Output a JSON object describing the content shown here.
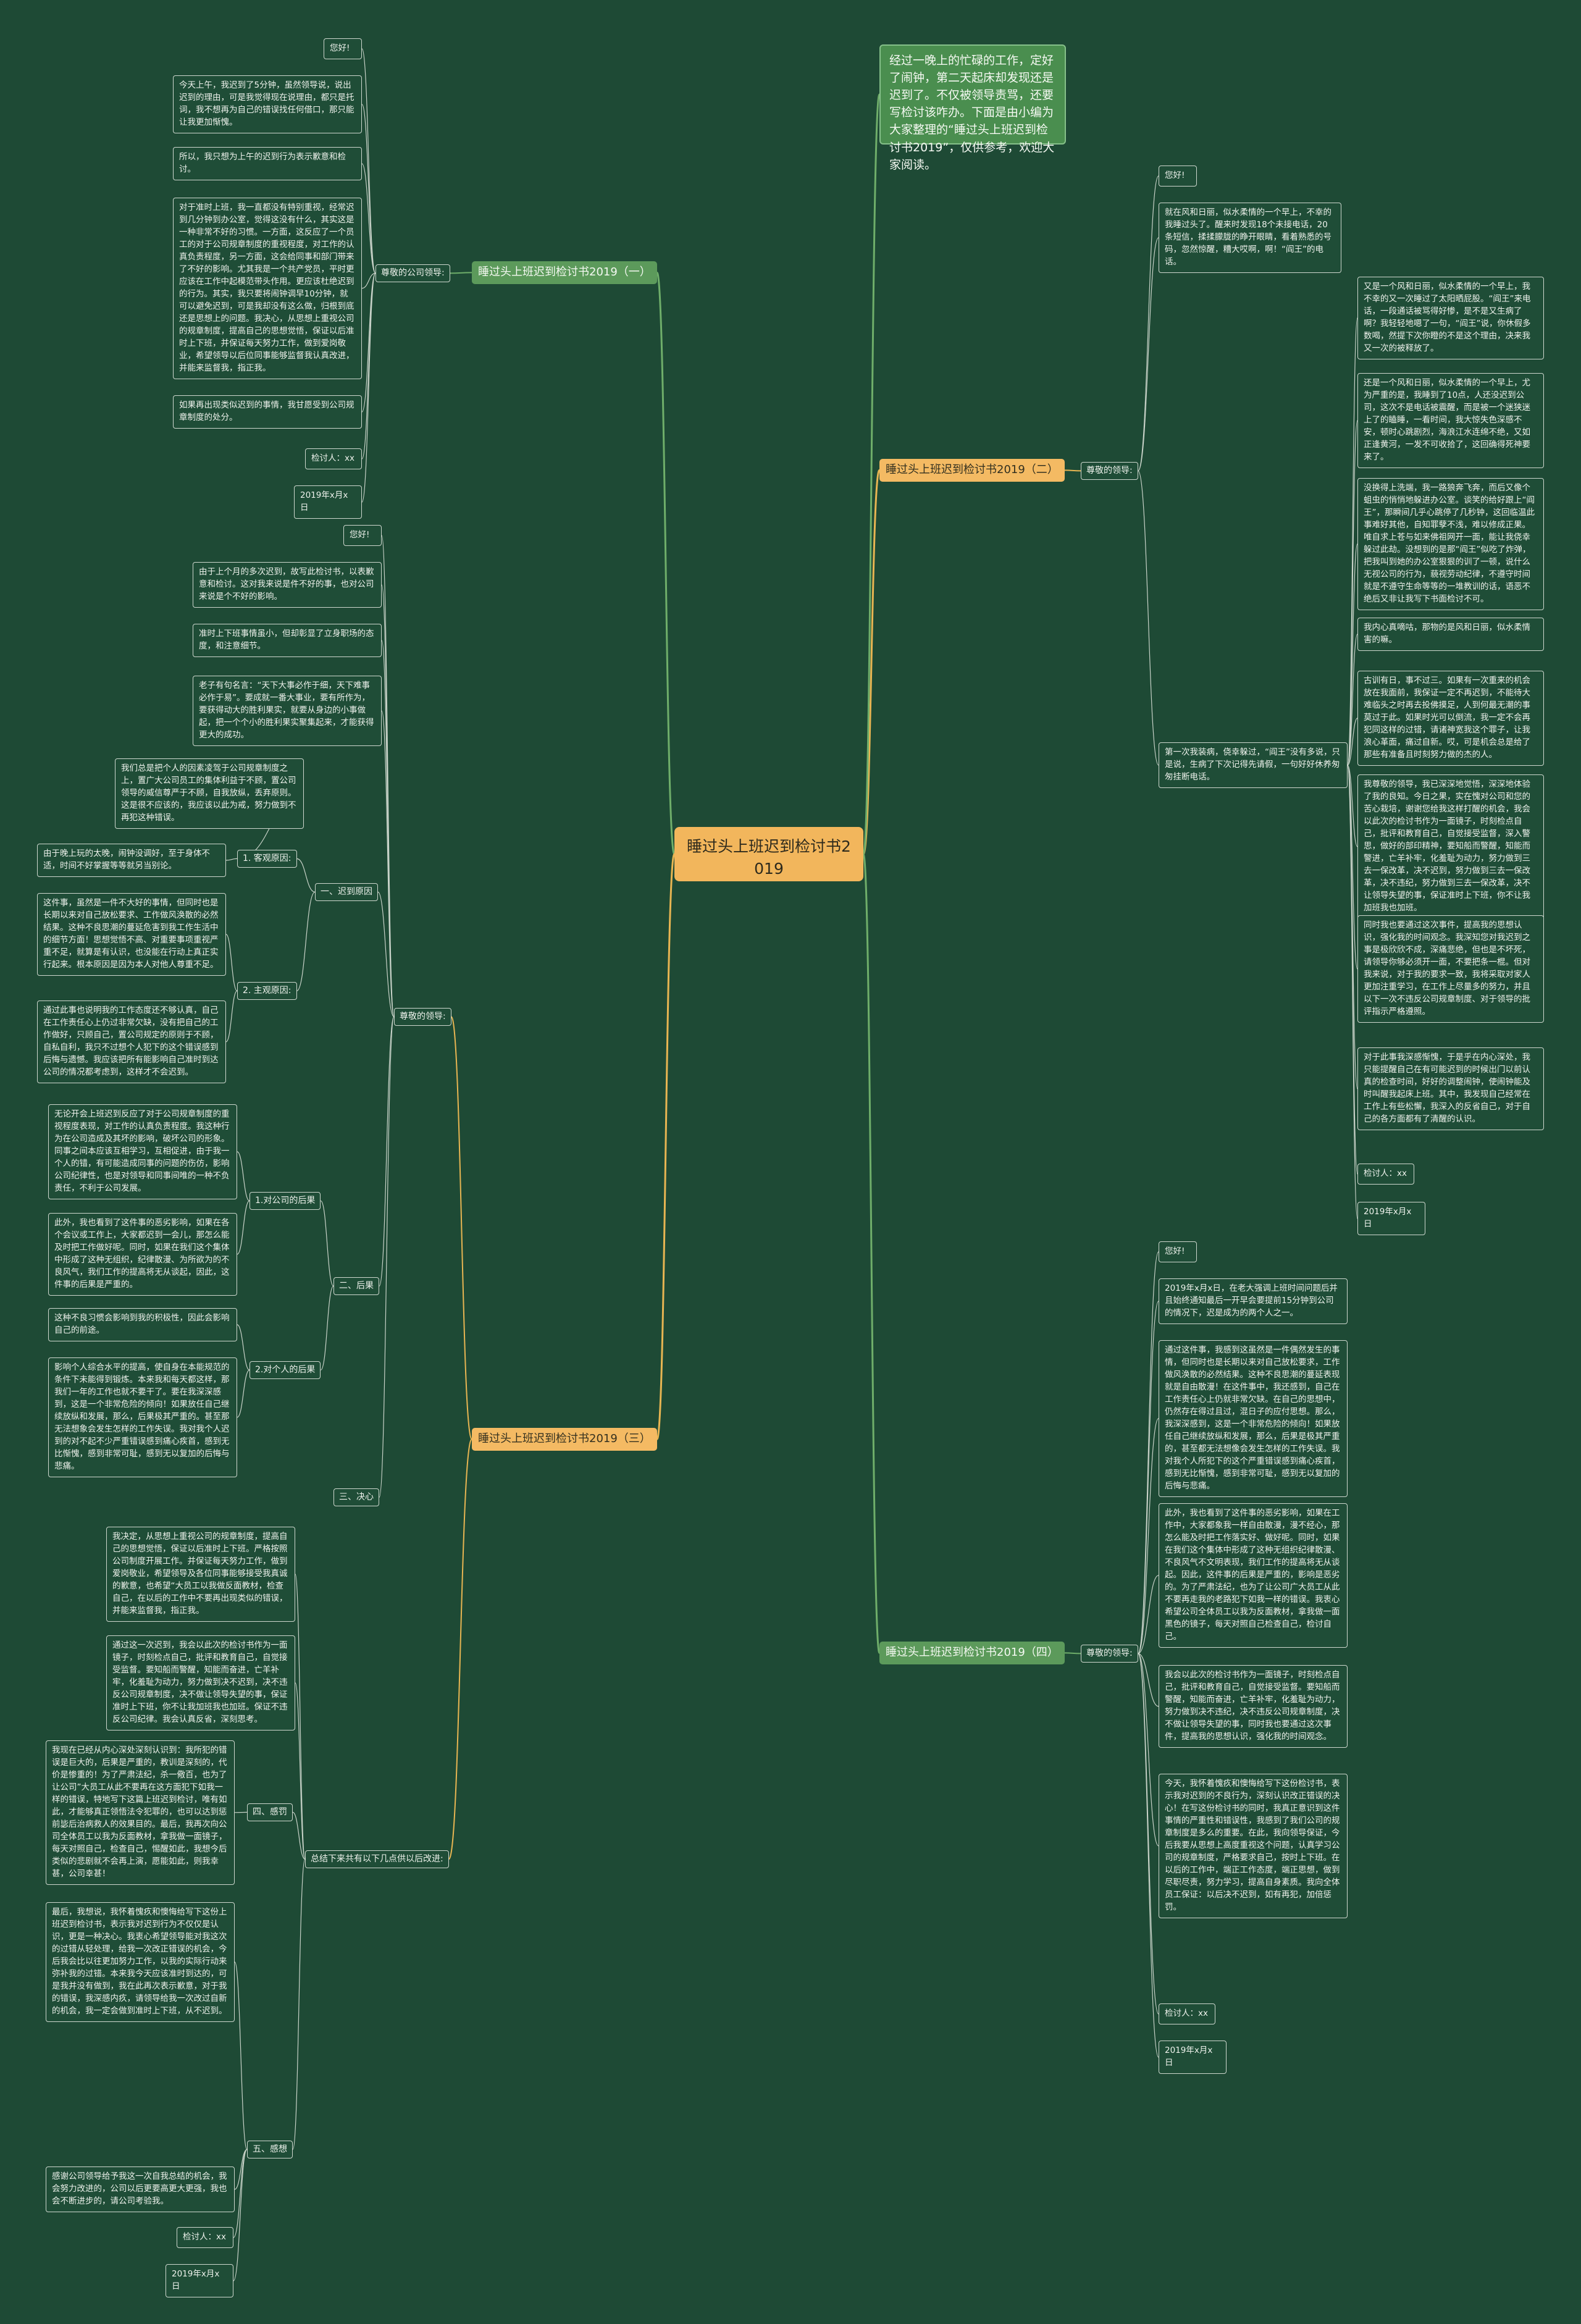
{
  "root": "睡过头上班迟到检讨书2019",
  "intro": "经过一晚上的忙碌的工作，定好了闹钟，第二天起床却发现还是迟到了。不仅被领导责骂，还要写检讨该咋办。下面是由小编为大家整理的“睡过头上班迟到检讨书2019”，仅供参考，欢迎大家阅读。",
  "b1": {
    "title": "睡过头上班迟到检讨书2019（一）",
    "label": "尊敬的公司领导:",
    "items": [
      "您好!",
      "今天上午，我迟到了5分钟，虽然领导说，说出迟到的理由，可是我觉得现在说理由，都只是托词，我不想再为自己的错误找任何借口，那只能让我更加惭愧。",
      "所以，我只想为上午的迟到行为表示歉意和检讨。",
      "对于准时上班，我一直都没有特别重视，经常迟到几分钟到办公室，觉得这没有什么，其实这是一种非常不好的习惯。一方面，这反应了一个员工的对于公司规章制度的重视程度，对工作的认真负责程度，另一方面，这会给同事和部门带来了不好的影响。尤其我是一个共产党员，平时更应该在工作中起模范带头作用。更应该杜绝迟到的行为。其实，我只要将闹钟调早10分钟，就可以避免迟到，可是我却没有这么做，归根到底还是思想上的问题。我决心，从思想上重视公司的规章制度，提高自己的思想觉悟，保证以后准时上下班，并保证每天努力工作，做到爱岗敬业，希望领导以后位同事能够监督我认真改进，并能来监督我，指正我。",
      "如果再出现类似迟到的事情，我甘愿受到公司规章制度的处分。",
      "检讨人：xx",
      "2019年x月x日"
    ]
  },
  "b2": {
    "title": "睡过头上班迟到检讨书2019（二）",
    "label": "尊敬的领导:",
    "items": [
      "您好!",
      "就在风和日丽，似水柔情的一个早上，不幸的我睡过头了。醒来时发现18个未接电话，20条短信，揉揉朦胧的睁开眼睛，看着熟悉的号码，忽然惊醒，糟大哎啊，啊！“阎王”的电话。",
      "第一次我装病，侥幸躲过，“阎王”没有多说，只是说，生病了下次记得先请假，一句好好休养匆匆挂断电话。",
      "又是一个风和日丽，似水柔情的一个早上，我不幸的又一次睡过了太阳晒屁股。“阎王”来电话，一段通话被骂得好惨，是不是又生病了啊？我轻轻地嗯了一句，“阎王”说，你休假多数喝，然提下次你瞪的不是这个理由，决来我又一次的被释放了。",
      "还是一个风和日丽，似水柔情的一个早上，尤为严重的是，我睡到了10点，人还没迟到公司，这次不是电话被震醒，而是被一个迷狭迷上了的瞌睡，一看时间，我大惊失色深感不安，顿时心跳剧烈，海浪江水连绵不绝，又如正逢黄河，一发不可收拾了，这回确得死神要来了。",
      "没换得上洗端，我一路狼奔飞奔，而后又像个蛆虫的悄悄地躲进办公室。谈笑的给好跟上“阎王”，那瞬间几乎心跳停了几秒钟，这回临温此事难好其他，自知罪孽不浅，难以修成正果。唯自求上苍与如来佛祖网开一面，能让我侥幸躲过此劫。没想到的是那“阎王”似吃了炸弹，把我叫到她的办公室狠狠的训了一顿，说什么无视公司的行为，藐视劳动纪律，不遵守时间就是不遵守生命等等的一堆教训的话，语恶不绝后又非让我写下书面检讨不可。",
      "我内心真嘀咕，那物的是风和日丽，似水柔情害的嘛。",
      "古训有日，事不过三。如果有一次重来的机会放在我面前，我保证一定不再迟到，不能待大难临头之时再去投佛摸足，人到何最无潮的事莫过于此。如果时光可以倒流，我一定不会再犯同这样的过错，请诸神宽我这个罪子，让我浪心革面，痛过自新。哎，可是机会总是给了那些有准备且时刻努力做的杰的人。",
      "我尊敬的领导，我已深深地觉悟，深深地体验了我的良知。今日之果，实在愧对公司和您的苦心栽培，谢谢您给我这样打醒的机会，我会以此次的检讨书作为一面镜子，时刻检点自己，批评和教育自己，自觉接受监督，深入警思，做好的部印精神，要知船而警醒，知能而警进，亡羊补牢，化羞耻为动力，努力做到三去一保改革，决不迟到，努力做到三去一保改革，决不违纪，努力做到三去一保改革，决不让领导失望的事，保证准时上下班，你不让我加班我也加班。",
      "同时我也要通过这次事件，提高我的思想认识，强化我的时间观念。我深知您对我迟到之事是极欣欣不成，深痛悲绝，但也是不坏死，请领导你够必须开一面，不要把条一棍。但对我来说，对于我的要求一致，我将采取对家人更加注重学习，在工作上尽量多的努力，并且以下一次不违反公司规章制度、对于领导的批评指示严格遵照。",
      "对于此事我深感惭愧，于是乎在内心深处，我只能提醒自己在有可能迟到的时候出门以前认真的检查时间，好好的调整闹钟，使闹钟能及时叫醒我起床上班。其中，我发现自己经常在工作上有些松懈，我深入的反省自己，对于自己的各方面都有了清醒的认识。",
      "检讨人：xx",
      "2019年x月x日"
    ]
  },
  "b3": {
    "title": "睡过头上班迟到检讨书2019（三）",
    "label": "尊敬的领导:",
    "items": [
      "您好!",
      "由于上个月的多次迟到，故写此检讨书，以表歉意和检讨。这对我来说是件不好的事，也对公司来说是个不好的影响。",
      "准时上下班事情虽小，但却彰显了立身职场的态度，和注意细节。",
      "老子有句名言：“天下大事必作于细，天下难事必作于易”。要成就一番大事业，要有所作为，要获得动大的胜利果实，就要从身边的小事做起，把一个个小的胜利果实聚集起来，才能获得更大的成功。"
    ],
    "s1": {
      "title": "一、迟到原因",
      "c1": {
        "label": "1. 客观原因:",
        "items": [
          "我们总是把个人的因素凌驾于公司规章制度之上，置广大公司员工的集体利益于不顾，置公司领导的威信尊严于不顾，自我放纵，丢弃原则。这是很不应该的，我应该以此为戒，努力做到不再犯这种错误。",
          "由于晚上玩的太晚，闹钟没调好，至于身体不适，时间不好掌握等等就另当别论。"
        ]
      },
      "c2": {
        "label": "2. 主观原因:",
        "items": [
          "这件事，虽然是一件不大好的事情，但同时也是长期以来对自己放松要求、工作做风涣散的必然结果。这种不良思潮的蔓延危害到我工作生活中的细节方面！思想觉悟不高、对重要事项重视严重不足，就算是有认识，也没能在行动上真正实行起来。根本原因是因为本人对他人尊重不足。",
          "通过此事也说明我的工作态度还不够认真，自己在工作责任心上仍过非常欠缺，没有把自己的工作做好，只顾自己，置公司规定的原则于不顾，自私自利，我只不过想个人犯下的这个错误感到后悔与遗憾。我应该把所有能影响自己准时到达公司的情况都考虑到，这样才不会迟到。"
        ]
      }
    },
    "s2": {
      "title": "二、后果",
      "c1": {
        "label": "1.对公司的后果",
        "items": [
          "无论开会上班迟到反应了对于公司规章制度的重视程度表现，对工作的认真负责程度。我这种行为在公司造成及其坏的影响，破坏公司的形象。同事之间本应该互相学习，互相促进，由于我一个人的错，有可能造成同事的问题的伤仿，影响公司纪律性，也是对领导和同事间唯的一种不负责任，不利于公司发展。",
          "此外，我也看到了这件事的恶劣影响，如果在各个会议或工作上，大家都迟到一会儿，那怎么能及时把工作做好呢。同时，如果在我们这个集体中形成了这种无组织，纪律散漫、为所欲为的不良风气，我们工作的提高将无从谈起，因此，这件事的后果是严重的。"
        ]
      },
      "c2": {
        "label": "2.对个人的后果",
        "items": [
          "这种不良习惯会影响到我的积极性，因此会影响自己的前途。",
          "影响个人综合水平的提高，使自身在本能规范的条件下未能得到锻炼。本来我和每天都这样，那我们一年的工作也就不要干了。要在我深深感到，这是一个非常危险的倾向！如果放任自己继续放纵和发展，那么，后果极其严重的。甚至那无法想象会发生怎样的工作失误。我对我个人迟到的对不起不少严重错误感到痛心疾首，感到无比惭愧，感到非常可耻，感到无以复加的后悔与悲痛。"
        ]
      }
    },
    "s3": {
      "title": "三、决心"
    },
    "summary": {
      "label": "总结下来共有以下几点供以后改进:",
      "items": [
        "我决定，从思想上重视公司的规章制度，提高自己的思想觉悟，保证以后准时上下班。严格按照公司制度开展工作。并保证每天努力工作，做到爱岗敬业，希望领导及各位同事能够接受我真诚的歉意，也希望“大员工以我做反面教材，检查自己，在以后的工作中不要再出现类似的错误，并能来监督我，指正我。",
        "通过这一次迟到，我会以此次的检讨书作为一面镜子，时刻检点自己，批评和教育自己，自觉接受监督。要知船而警醒，知能而奋进，亡羊补牢，化羞耻为动力，努力做到决不迟到，决不违反公司规章制度，决不做让领导失望的事，保证准时上下班，你不让我加班我也加班。保证不违反公司纪律。我会认真反省，深刻思考。"
      ],
      "s4": {
        "title": "四、感罚",
        "items": [
          "我现在已经从内心深处深刻认识到：我所犯的错误是巨大的，后果是严重的，教训是深刻的，代价是惨重的！为了严肃法纪，杀一儆百，也为了让公司”大员工从此不要再在这方面犯下如我一样的错误，特地写下这篇上班迟到检讨，唯有如此，才能够真正领悟法令犯罪的，也可以达到惩前毖后治病救人的效果目的。最后，我再次向公司全体员工以我为反面教材，拿我做一面镜子，每天对照自己，检查自己，惕醒如此，我想今后类似的悲剧就不会再上演，愿能如此，则我幸甚，公司幸甚！"
        ]
      },
      "s5": {
        "title": "五、感想",
        "items": [
          "最后，我想说，我怀着愧疚和懊悔给写下这份上班迟到检讨书，表示我对迟到行为不仅仅是认识，更是一种决心。我衷心希望领导能对我这次的过错从轻处理，给我一次改正错误的机会，今后我会比以往更加努力工作，以我的实际行动来弥补我的过错。本来我今天应该准时到达的，可是我并没有做到，我在此再次表示歉意，对于我的错误，我深感内疚，请领导给我一次改过自新的机会，我一定会做到准时上下班，从不迟到。",
          "感谢公司领导给予我这一次自我总结的机会，我会努力改进的，公司以后更要高更大更强，我也会不断进步的，请公司考验我。",
          "检讨人：xx",
          "2019年x月x日"
        ]
      }
    }
  },
  "b4": {
    "title": "睡过头上班迟到检讨书2019（四）",
    "label": "尊敬的领导:",
    "items": [
      "您好!",
      "2019年x月x日，在老大强调上班时间问题后并且始终通知最后一开早会要提前15分钟到公司的情况下，迟是成为的两个人之一。",
      "通过这件事，我感到这虽然是一件偶然发生的事情，但同时也是长期以来对自己放松要求，工作做风涣散的必然结果。这种不良思潮的蔓延表现就是自由散漫！在这件事中，我还感到，自己在工作责任心上仍就非常欠缺。在自己的思想中，仍然存在得过且过，混日子的应付思想。那么，我深深感到，这是一个非常危险的倾向！如果放任自己继续放纵和发展，那么，后果是极其严重的，甚至都无法想像会发生怎样的工作失误。我对我个人所犯下的这个严重错误感到痛心疾首，感到无比惭愧，感到非常可耻，感到无以复加的后悔与悲痛。",
      "此外，我也看到了这件事的恶劣影响，如果在工作中，大家都象我一样自由散漫，漫不经心，那怎么能及时把工作落实好、做好呢。同时，如果在我们这个集体中形成了这种无组织纪律散漫、不良风气不文明表现，我们工作的提高将无从谈起。因此，这件事的后果是严重的，影响是恶劣的。为了严肃法纪，也为了让公司广大员工从此不要再走我的老路犯下如我一样的错误。我衷心希望公司全体员工以我为反面教材，拿我做一面黑色的镜子，每天对照自己检查自己，检讨自己。",
      "我会以此次的检讨书作为一面镜子，时刻检点自己，批评和教育自己，自觉接受监督。要知船而警醒，知能而奋进，亡羊补牢，化羞耻为动力，努力做到决不违纪，决不违反公司规章制度，决不做让领导失望的事，同时我也要通过这次事件，提高我的思想认识，强化我的时间观念。",
      "今天，我怀着愧疚和懊悔给写下这份检讨书，表示我对迟到的不良行为，深刻认识改正错误的决心！在写这份检讨书的同时，我真正意识到这件事情的严重性和错误性，我感到了我们公司的规章制度是多么的重要。在此，我向领导保证，今后我要从思想上高度重视这个问题，认真学习公司的规章制度，严格要求自己，按时上下班。在以后的工作中，端正工作态度，端正思想，做到尽职尽责，努力学习，提高自身素质。我向全体员工保证：以后决不迟到，如有再犯，加倍惩罚。",
      "检讨人：xx",
      "2019年x月x日"
    ]
  }
}
